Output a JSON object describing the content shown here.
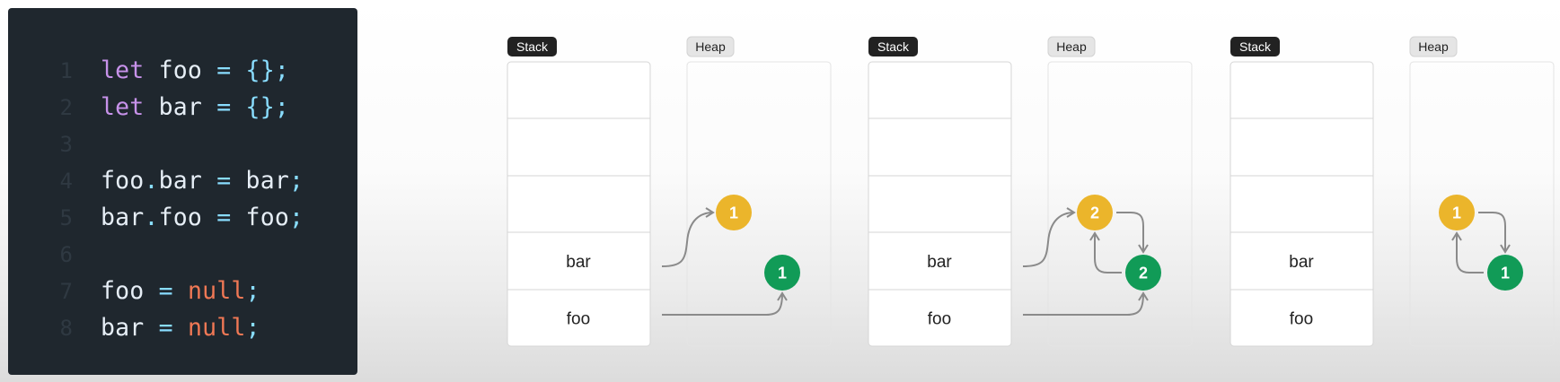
{
  "code": {
    "lines": [
      {
        "no": "1",
        "tokens": [
          {
            "t": "let",
            "c": "kw"
          },
          {
            "t": " foo ",
            "c": "var"
          },
          {
            "t": "=",
            "c": "op"
          },
          {
            "t": " {};",
            "c": "pn"
          }
        ]
      },
      {
        "no": "2",
        "tokens": [
          {
            "t": "let",
            "c": "kw"
          },
          {
            "t": " bar ",
            "c": "var"
          },
          {
            "t": "=",
            "c": "op"
          },
          {
            "t": " {};",
            "c": "pn"
          }
        ]
      },
      {
        "no": "3",
        "tokens": []
      },
      {
        "no": "4",
        "tokens": [
          {
            "t": "foo",
            "c": "var"
          },
          {
            "t": ".",
            "c": "pn"
          },
          {
            "t": "bar ",
            "c": "var"
          },
          {
            "t": "=",
            "c": "op"
          },
          {
            "t": " bar",
            "c": "var"
          },
          {
            "t": ";",
            "c": "pn"
          }
        ]
      },
      {
        "no": "5",
        "tokens": [
          {
            "t": "bar",
            "c": "var"
          },
          {
            "t": ".",
            "c": "pn"
          },
          {
            "t": "foo ",
            "c": "var"
          },
          {
            "t": "=",
            "c": "op"
          },
          {
            "t": " foo",
            "c": "var"
          },
          {
            "t": ";",
            "c": "pn"
          }
        ]
      },
      {
        "no": "6",
        "tokens": []
      },
      {
        "no": "7",
        "tokens": [
          {
            "t": "foo ",
            "c": "var"
          },
          {
            "t": "=",
            "c": "op"
          },
          {
            "t": " ",
            "c": "var"
          },
          {
            "t": "null",
            "c": "nul"
          },
          {
            "t": ";",
            "c": "pn"
          }
        ]
      },
      {
        "no": "8",
        "tokens": [
          {
            "t": "bar ",
            "c": "var"
          },
          {
            "t": "=",
            "c": "op"
          },
          {
            "t": " ",
            "c": "var"
          },
          {
            "t": "null",
            "c": "nul"
          },
          {
            "t": ";",
            "c": "pn"
          }
        ]
      }
    ]
  },
  "colors": {
    "yellow_node": "#ebb52b",
    "green_node": "#119b57",
    "arrow": "#8a8a8a"
  },
  "diagrams": [
    {
      "stack_label": "Stack",
      "heap_label": "Heap",
      "slots": [
        "",
        "",
        "",
        "bar",
        "foo"
      ],
      "nodes": [
        {
          "label": "1",
          "color": "yellow"
        },
        {
          "label": "1",
          "color": "green"
        }
      ],
      "links": [
        "bar->yellow",
        "foo->green"
      ]
    },
    {
      "stack_label": "Stack",
      "heap_label": "Heap",
      "slots": [
        "",
        "",
        "",
        "bar",
        "foo"
      ],
      "nodes": [
        {
          "label": "2",
          "color": "yellow"
        },
        {
          "label": "2",
          "color": "green"
        }
      ],
      "links": [
        "bar->yellow",
        "foo->green",
        "yellow->green",
        "green->yellow"
      ]
    },
    {
      "stack_label": "Stack",
      "heap_label": "Heap",
      "slots": [
        "",
        "",
        "",
        "bar",
        "foo"
      ],
      "nodes": [
        {
          "label": "1",
          "color": "yellow"
        },
        {
          "label": "1",
          "color": "green"
        }
      ],
      "links": [
        "yellow->green",
        "green->yellow"
      ]
    }
  ]
}
